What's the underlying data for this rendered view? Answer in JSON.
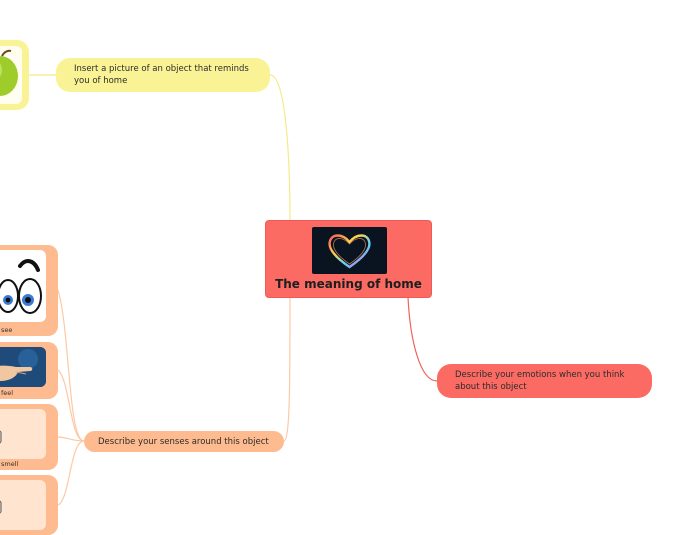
{
  "mindmap": {
    "central": {
      "title": "The meaning of home",
      "image_icon": "heart-icon"
    },
    "topics": [
      {
        "id": "picture",
        "label": "Insert a picture of an object that reminds you of home",
        "color": "#faf395"
      },
      {
        "id": "emotions",
        "label": "Describe your emotions when you think about this object",
        "color": "#fb6a63"
      },
      {
        "id": "senses",
        "label": "Describe your senses around this object",
        "color": "#fdbb8f"
      }
    ],
    "picture_image": {
      "icon": "apple-icon"
    },
    "senses": [
      {
        "label": "see",
        "icon": "cartoon-eyes-icon"
      },
      {
        "label": "feel",
        "icon": "hand-touch-icon"
      },
      {
        "label": "smell",
        "icon": "camera-icon"
      },
      {
        "label": "",
        "icon": "camera-icon"
      }
    ]
  }
}
